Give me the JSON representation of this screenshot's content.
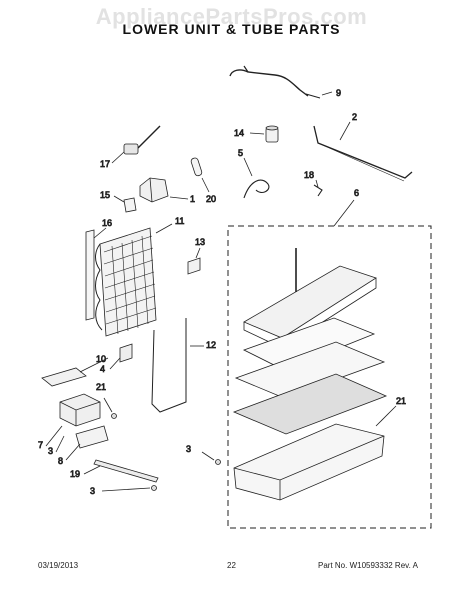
{
  "watermark": "AppliancePartsPros.com",
  "title": "LOWER UNIT & TUBE PARTS",
  "footer": {
    "date": "03/19/2013",
    "page": "22",
    "part": "Part No. W10593332 Rev. A"
  },
  "callouts": {
    "c1": "1",
    "c2": "2",
    "c3a": "3",
    "c3b": "3",
    "c3c": "3",
    "c4": "4",
    "c5": "5",
    "c6": "6",
    "c7": "7",
    "c8": "8",
    "c9": "9",
    "c10": "10",
    "c11": "11",
    "c12": "12",
    "c13": "13",
    "c14": "14",
    "c15": "15",
    "c16": "16",
    "c17": "17",
    "c18": "18",
    "c19": "19",
    "c20": "20",
    "c21a": "21",
    "c21b": "21"
  }
}
